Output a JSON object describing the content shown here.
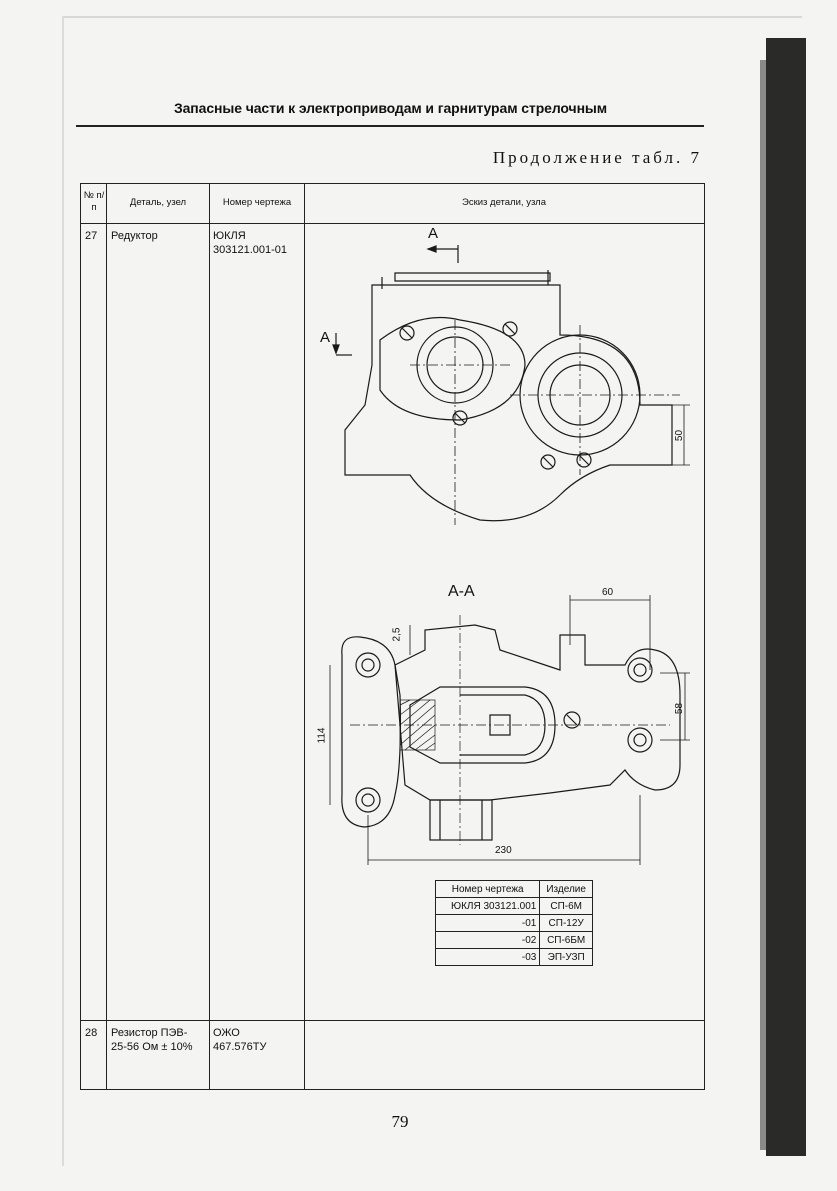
{
  "header": {
    "title": "Запасные части к электроприводам и гарнитурам стрелочным"
  },
  "caption": "Продолжение табл. 7",
  "table": {
    "columns": [
      "№ п/п",
      "Деталь, узел",
      "Номер чертежа",
      "Эскиз детали, узла"
    ],
    "rows": [
      {
        "num": "27",
        "part": "Редуктор",
        "drawing_no_1": "ЮКЛЯ",
        "drawing_no_2": "303121.001-01"
      },
      {
        "num": "28",
        "part_1": "Резистор ПЭВ-",
        "part_2": "25-56 Ом ± 10%",
        "drawing_no_1": "ОЖО",
        "drawing_no_2": "467.576ТУ"
      }
    ]
  },
  "sketch": {
    "section_label_top": "А",
    "section_label_side": "А",
    "section_view_label": "А-А",
    "dimensions": {
      "d50": "50",
      "d60": "60",
      "d2_5": "2,5",
      "d58": "58",
      "d114": "114",
      "d230": "230"
    }
  },
  "variants": {
    "headers": [
      "Номер чертежа",
      "Изделие"
    ],
    "rows": [
      {
        "drawing": "ЮКЛЯ 303121.001",
        "product": "СП-6М"
      },
      {
        "drawing": "-01",
        "product": "СП-12У"
      },
      {
        "drawing": "-02",
        "product": "СП-6БМ"
      },
      {
        "drawing": "-03",
        "product": "ЭП-УЗП"
      }
    ]
  },
  "page_number": "79"
}
